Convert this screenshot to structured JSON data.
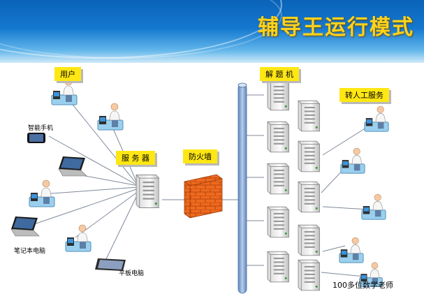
{
  "slide": {
    "title": "辅导王运行模式"
  },
  "labels": {
    "users": "用户",
    "server": "服 务 器",
    "firewall": "防火墙",
    "solver": "解 题 机",
    "manual": "转人工服务"
  },
  "devices": {
    "phone": "智能手机",
    "notebook": "笔记本电脑",
    "tablet": "平板电脑"
  },
  "footer": {
    "teachers": "100多位数学老师"
  },
  "colors": {
    "header_blue": "#0a63b8",
    "title_yellow": "#ffd21c",
    "label_yellow": "#ffe713",
    "bus_blue": "#7fa3d0",
    "firewall_orange": "#ee6a1f"
  }
}
